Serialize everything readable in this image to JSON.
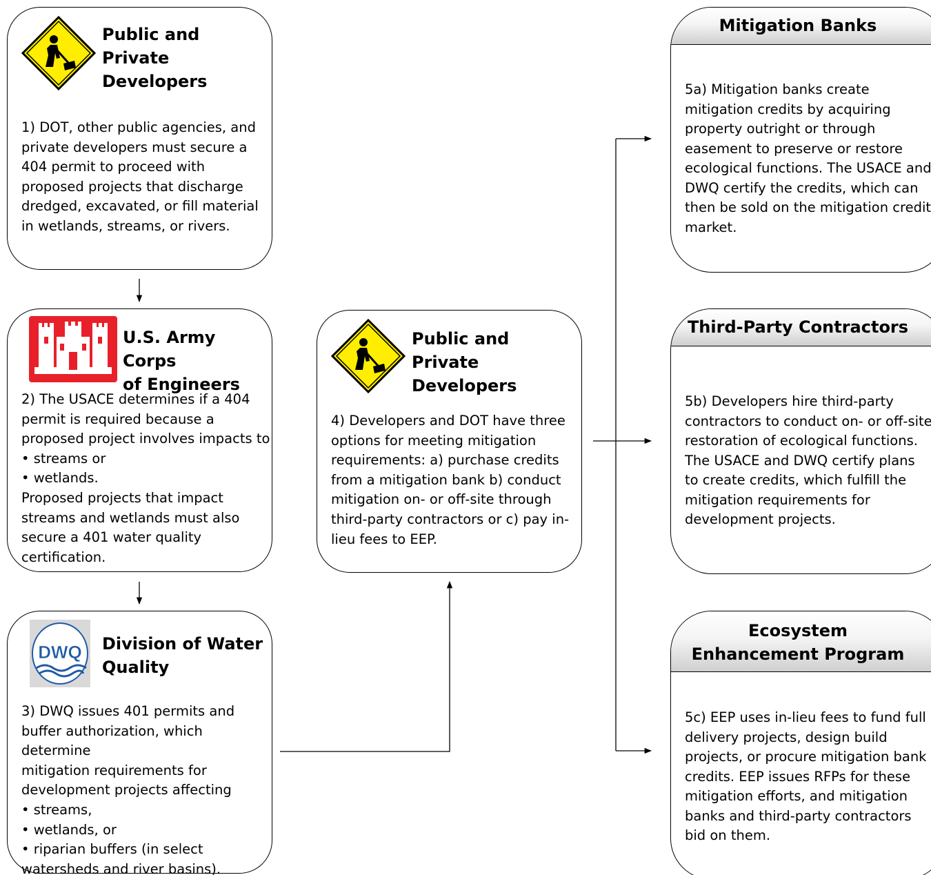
{
  "box1": {
    "title_l1": "Public and Private",
    "title_l2": "Developers",
    "body": [
      "1) DOT, other public agencies, and",
      "private developers must secure a",
      "404 permit to proceed with",
      "proposed projects that discharge",
      "dredged, excavated, or fill material",
      "in wetlands, streams, or rivers."
    ]
  },
  "box2": {
    "title_l1": "U.S. Army Corps",
    "title_l2": "of Engineers",
    "body": [
      "2) The USACE determines if a 404",
      "permit is required because a",
      "proposed project involves impacts to"
    ],
    "bullets": [
      "streams or",
      "wetlands."
    ],
    "body2": [
      "Proposed projects that impact",
      "streams and wetlands must also",
      "secure a 401 water quality",
      "certification."
    ]
  },
  "box3": {
    "logo_text": "DWQ",
    "title_l1": "Division of Water",
    "title_l2": "Quality",
    "body": [
      "3) DWQ issues 401 permits and",
      "buffer authorization, which determine",
      "mitigation requirements for",
      "development projects affecting"
    ],
    "bullets": [
      "streams,",
      "wetlands, or",
      "riparian buffers (in select"
    ],
    "body2": [
      "watersheds and river basins)."
    ]
  },
  "box4": {
    "title_l1": "Public and Private",
    "title_l2": "Developers",
    "body": [
      "4) Developers and DOT have three",
      "options for meeting mitigation",
      "requirements: a) purchase credits",
      "from a mitigation bank b) conduct",
      "mitigation on- or off-site through",
      "third-party contractors or c) pay in-",
      "lieu fees to EEP."
    ]
  },
  "box5a": {
    "title": "Mitigation Banks",
    "body": [
      "5a) Mitigation banks create",
      "mitigation credits by acquiring",
      "property outright or through",
      "easement to preserve or restore",
      "ecological functions. The USACE and",
      "DWQ certify the credits, which can",
      "then be sold on the mitigation credit",
      "market."
    ]
  },
  "box5b": {
    "title": "Third-Party Contractors",
    "body": [
      "5b) Developers hire third-party",
      "contractors to conduct on- or off-site",
      "restoration of ecological functions.",
      "The USACE and DWQ certify plans",
      "to create credits, which fulfill the",
      "mitigation requirements for",
      "development projects."
    ]
  },
  "box5c": {
    "title_l1": "Ecosystem",
    "title_l2": "Enhancement Program",
    "body": [
      "5c) EEP uses in-lieu fees to fund full",
      "delivery projects, design build",
      "projects, or procure mitigation bank",
      "credits. EEP issues RFPs for these",
      "mitigation efforts, and mitigation",
      "banks and third-party contractors",
      "bid on them."
    ]
  },
  "icons": {
    "construction_sign": "worker-shoveling-sign-icon",
    "usace_logo": "castle-logo-icon",
    "dwq_logo": "dwq-waves-logo-icon"
  },
  "colors": {
    "sign_yellow": "#ffee00",
    "usace_red": "#e8202a",
    "dwq_blue": "#1f5aa6",
    "header_gray": "#cfcfcf"
  }
}
